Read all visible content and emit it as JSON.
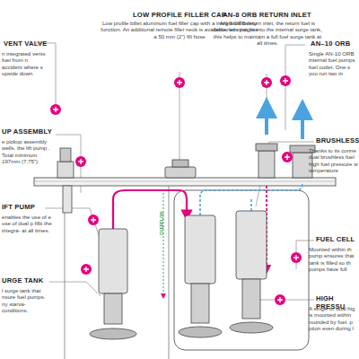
{
  "diagram": {
    "labels": [
      "LOW PROFILE FILLER CAP",
      "Low profile billet aluminum fuel filler cap with a integrated safety function. An additional remote filler neck is available, lets you use a 50 mm (2\") fill hose",
      "AN-8 ORB RETURN INLET",
      "AN-8 ORB return inlet, the return fuel is delivered straight into the internal surge tank, this helps to maintain a full fuel surge tank at all times.",
      "VENT VALVE",
      "n integrated vents fuel from n accident where s upside down.",
      "UP ASSEMBLY",
      "e pickup assembly wells, the lift pump . Total minimum 197mm (7.75\").",
      "IFT PUMP",
      "enables the use of e use of dual p fills the integra- at all times.",
      "URGE TANK",
      "l surge tank that nsure fuel pumps. ny starva- conditions.",
      "AN–10 ORB",
      "Single AN-10 ORB internal fuel pumps fuel outlet. One s you run two in",
      "BRUSHLESS",
      "Thanks to its conne dual brushless fuel high fuel pressure w temperature",
      "FUEL CELL",
      "Mounted within th pump ensures that tank is filled so th pumps have full",
      "HIGH PRESSU",
      "A single or dual hig is mounted within rounded by fuel, p ption even during l",
      "OVERFLOW"
    ]
  }
}
